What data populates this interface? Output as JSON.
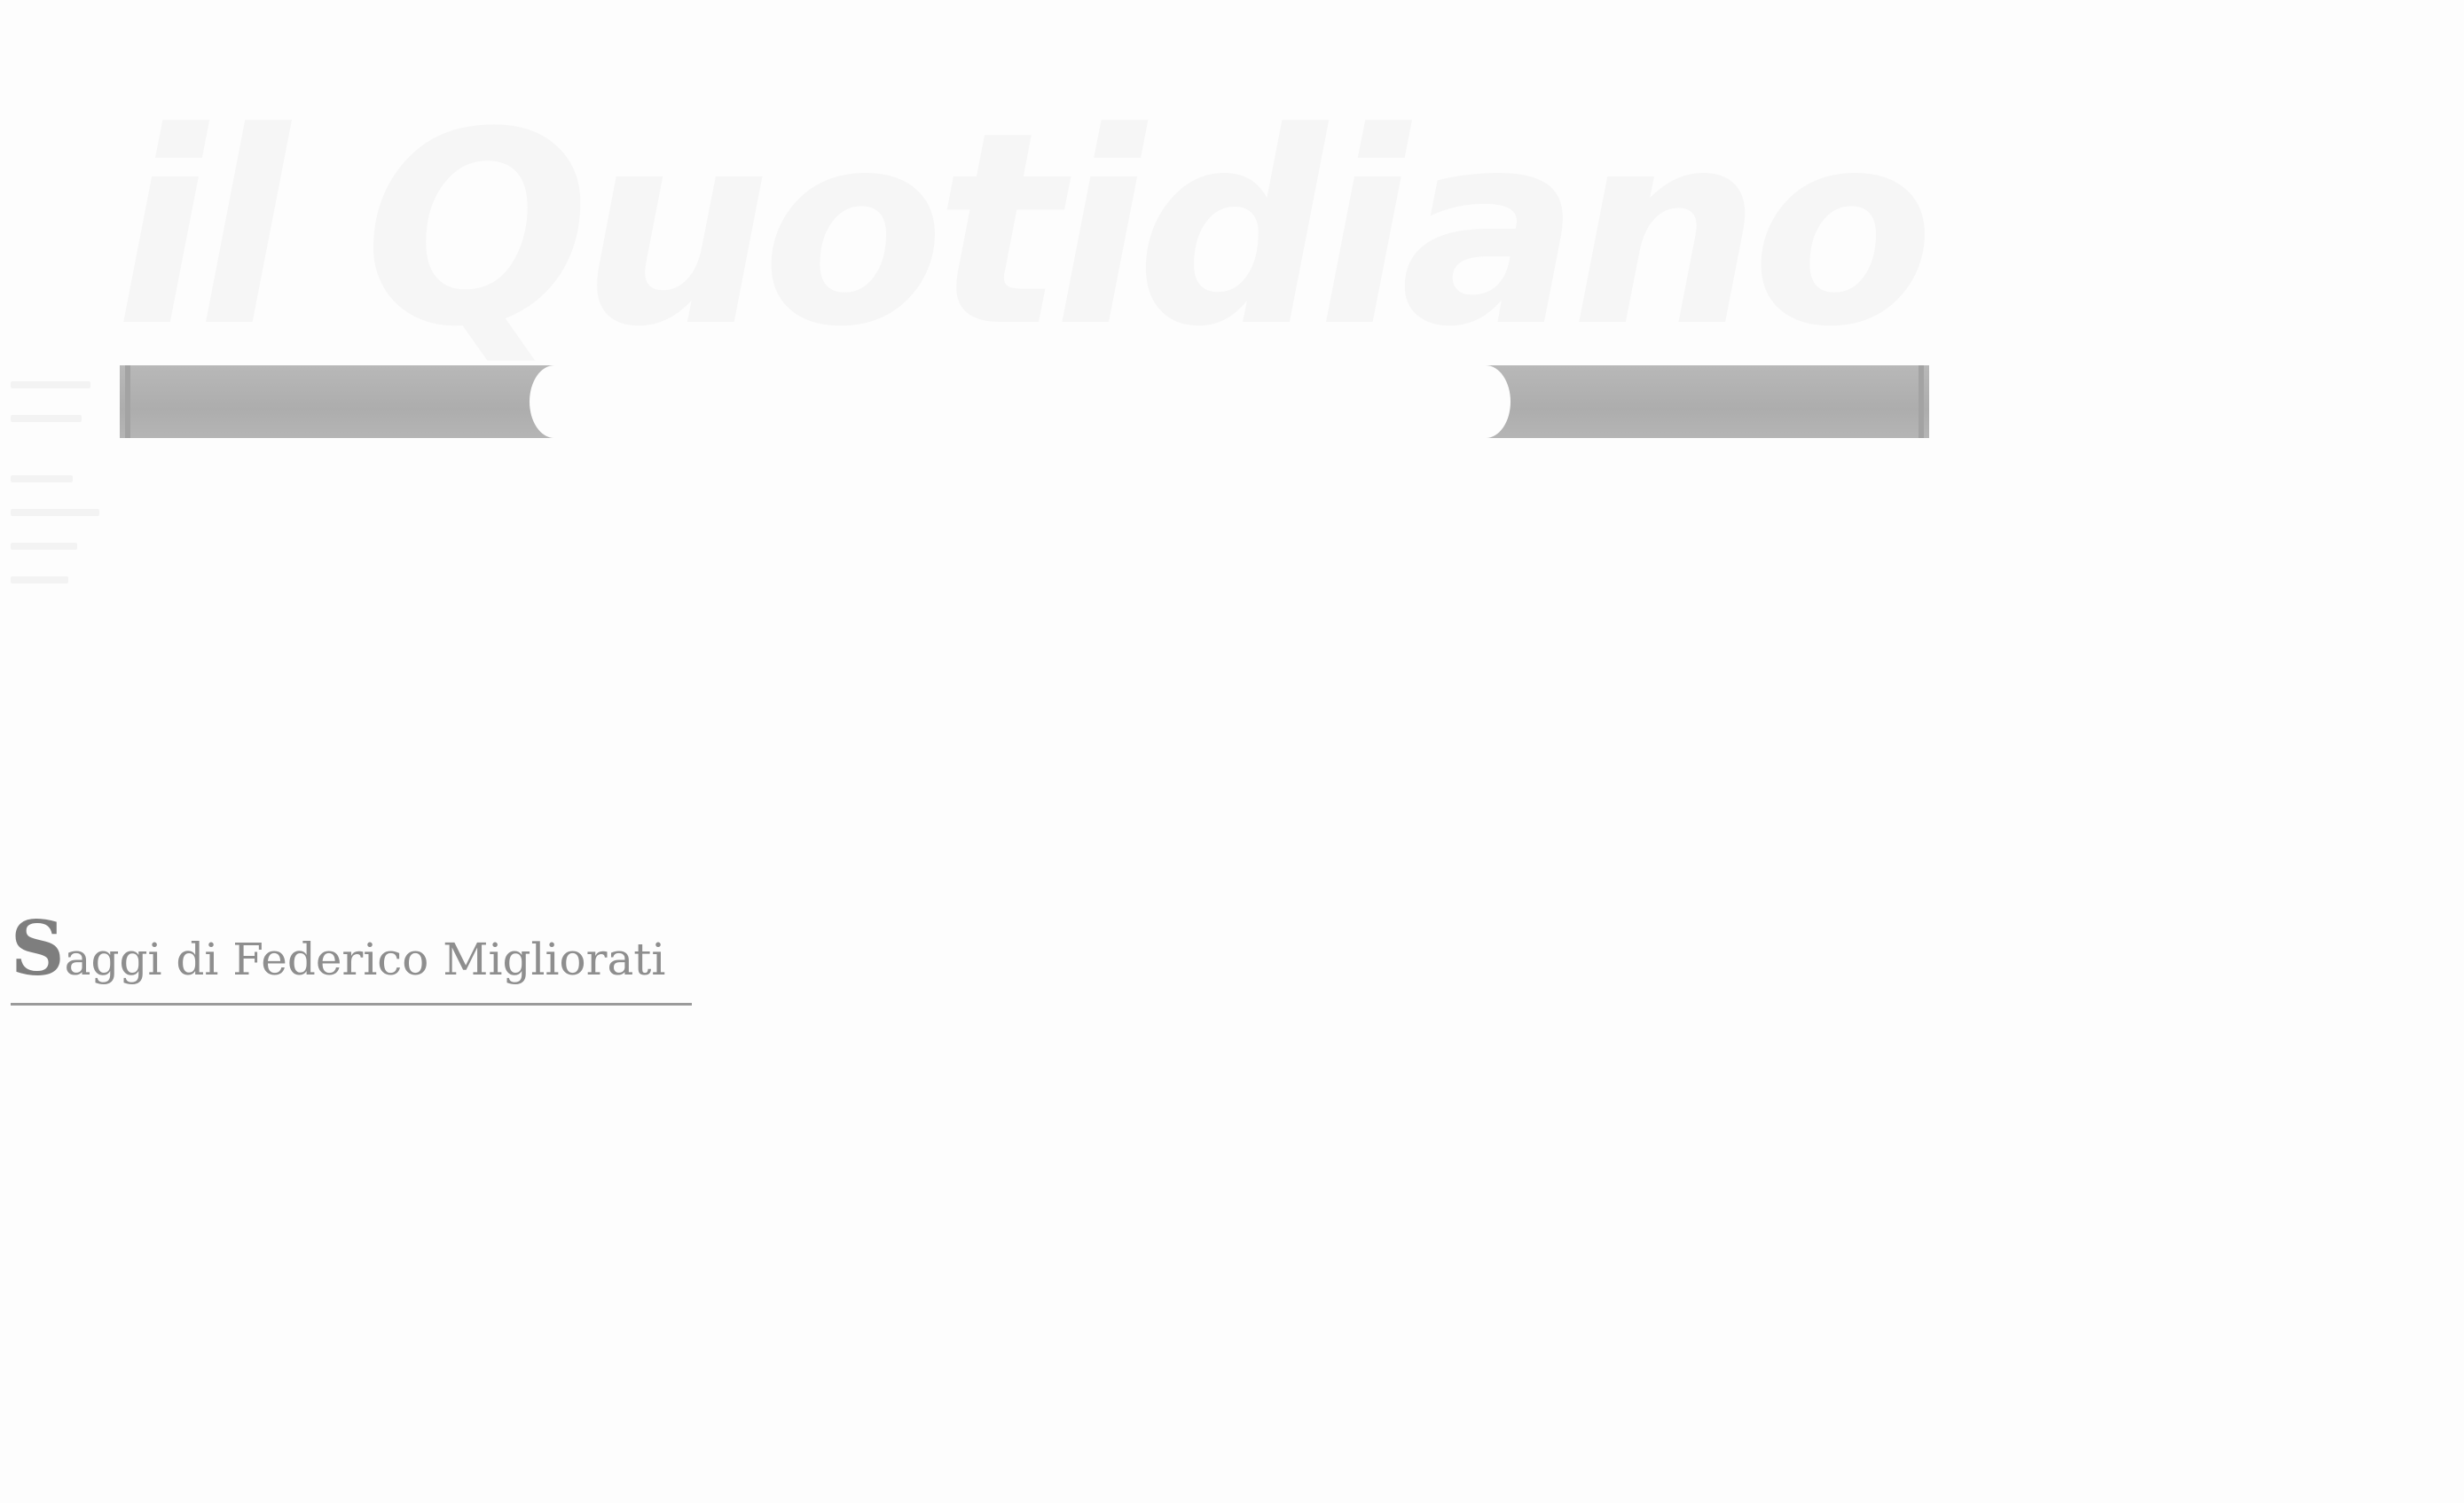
{
  "site": {
    "logo_text": "il Quotidiano"
  },
  "page": {
    "title_initial": "S",
    "title_rest": "aggi di Federico Migliorati"
  },
  "colors": {
    "background": "#fdfdfd",
    "ribbon": "#b1b1b1",
    "title_text": "#8e8e8e"
  }
}
